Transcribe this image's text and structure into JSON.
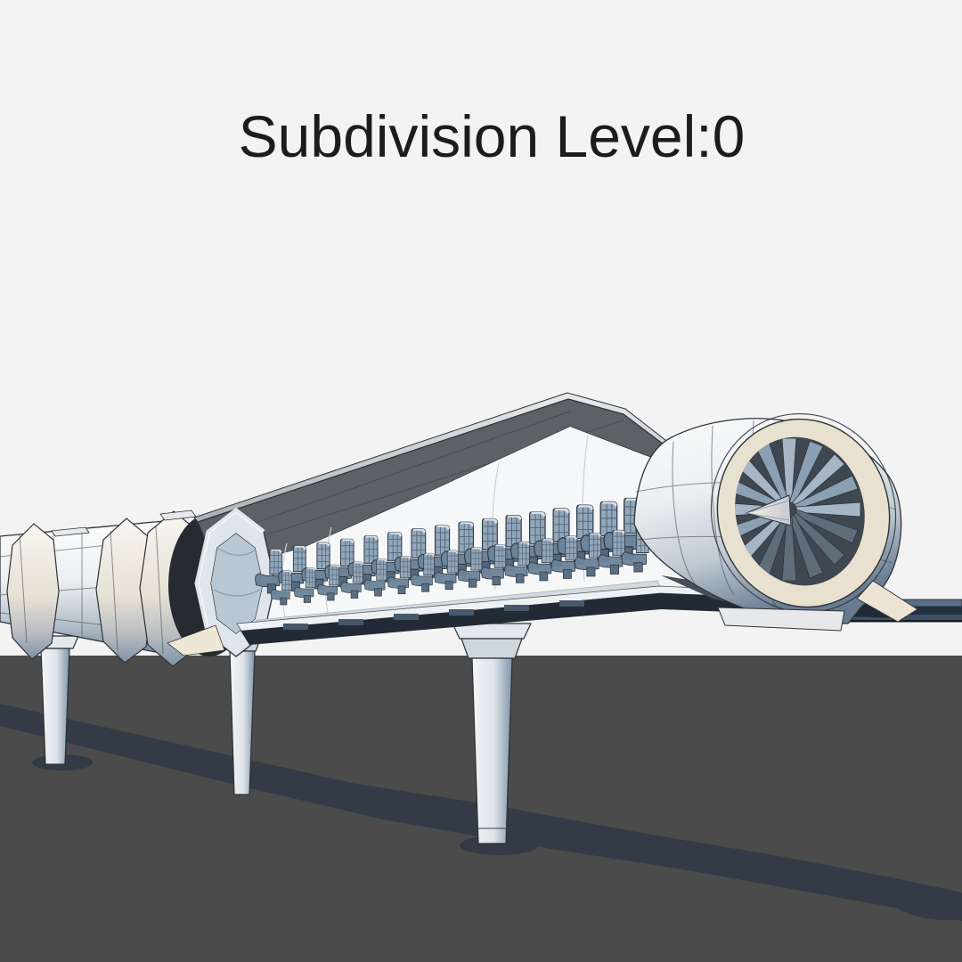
{
  "page": {
    "kind": "3d-model-preview-render",
    "caption": "Subdivision Level:0"
  },
  "scene": {
    "background_color": "#f3f3f4",
    "ground_color": "#4b4b4b",
    "shadow_color": "#333b46",
    "title_color": "#1c1c1c",
    "wireframe_line_color": "#2e3338",
    "model_white": "#f4f6f7",
    "model_blue_shade": "#7f95a9",
    "seat_color": "#8ea2b6",
    "cream_highlight": "#ece3d2",
    "track_color": "#23303e",
    "model": {
      "subject": "wireframe-hyperloop-capsule-cutaway-with-turbine",
      "visible_seat_columns": 16,
      "seat_rows": 2,
      "fan_blade_count": 16,
      "pylon_count": 3,
      "tube_ring_count": 3
    }
  }
}
